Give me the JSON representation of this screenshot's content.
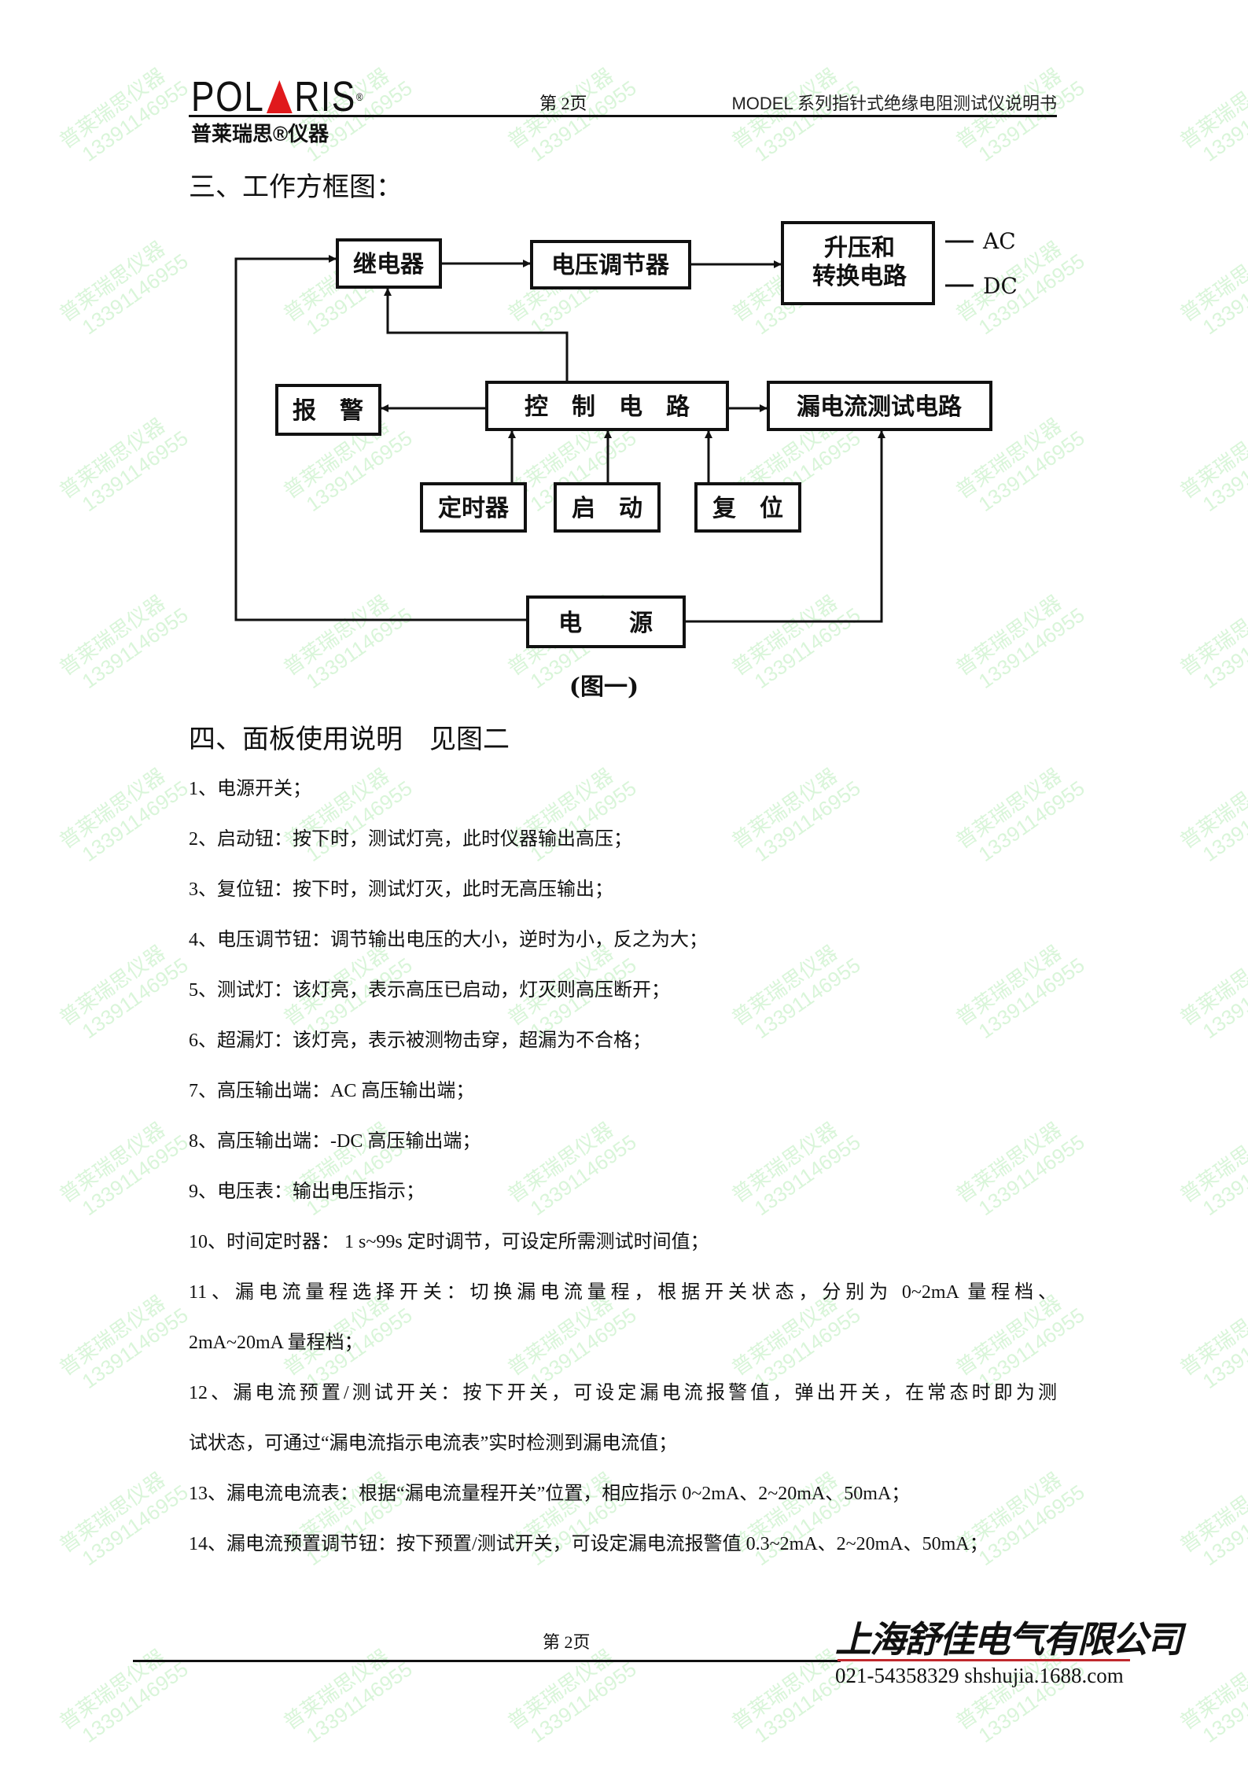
{
  "watermark": {
    "line1": "普莱瑞思仪器",
    "line2": "13391146955",
    "color": "#78dc78"
  },
  "header": {
    "logo_text_left": "POL",
    "logo_text_right": "RIS",
    "logo_reg": "®",
    "logo_sub": "普莱瑞思®仪器",
    "page_label": "第 2页",
    "doc_title": "MODEL 系列指针式绝缘电阻测试仪说明书"
  },
  "section3": {
    "title": "三、工作方框图：",
    "diagram": {
      "relay": "继电器",
      "voltage_regulator": "电压调节器",
      "boost_line1": "升压和",
      "boost_line2": "转换电路",
      "ac": "AC",
      "dc": "DC",
      "alarm": "报　警",
      "control": "控　制　电　路",
      "leak_test": "漏电流测试电路",
      "timer": "定时器",
      "start": "启　动",
      "reset": "复　位",
      "power": "电　　源",
      "caption": "(图一)"
    }
  },
  "section4": {
    "title": "四、面板使用说明　见图二",
    "items": [
      {
        "lines": [
          "1、电源开关；"
        ]
      },
      {
        "lines": [
          "2、启动钮：按下时，测试灯亮，此时仪器输出高压；"
        ]
      },
      {
        "lines": [
          "3、复位钮：按下时，测试灯灭，此时无高压输出；"
        ]
      },
      {
        "lines": [
          "4、电压调节钮：调节输出电压的大小，逆时为小，反之为大；"
        ]
      },
      {
        "lines": [
          "5、测试灯：该灯亮，表示高压已启动，灯灭则高压断开；"
        ]
      },
      {
        "lines": [
          "6、超漏灯：该灯亮，表示被测物击穿，超漏为不合格；"
        ]
      },
      {
        "lines": [
          "7、高压输出端：AC 高压输出端；"
        ]
      },
      {
        "lines": [
          "8、高压输出端：-DC 高压输出端；"
        ]
      },
      {
        "lines": [
          "9、电压表：输出电压指示；"
        ]
      },
      {
        "lines": [
          "10、时间定时器： 1 s~99s 定时调节，可设定所需测试时间值；"
        ]
      },
      {
        "lines": [
          "11、漏电流量程选择开关：切换漏电流量程，根据开关状态，分别为 0~2mA 量程档、",
          "2mA~20mA 量程档；"
        ]
      },
      {
        "lines": [
          "12、漏电流预置/测试开关：按下开关，可设定漏电流报警值，弹出开关，在常态时即为测",
          "试状态，可通过“漏电流指示电流表”实时检测到漏电流值；"
        ]
      },
      {
        "lines": [
          "13、漏电流电流表：根据“漏电流量程开关”位置，相应指示 0~2mA、2~20mA、50mA；"
        ]
      },
      {
        "lines": [
          "14、漏电流预置调节钮：按下预置/测试开关，可设定漏电流报警值 0.3~2mA、2~20mA、50mA；"
        ]
      }
    ]
  },
  "footer": {
    "page_label": "第 2页",
    "company": "上海舒佳电气有限公司",
    "contact": "021-54358329 shshujia.1688.com"
  }
}
